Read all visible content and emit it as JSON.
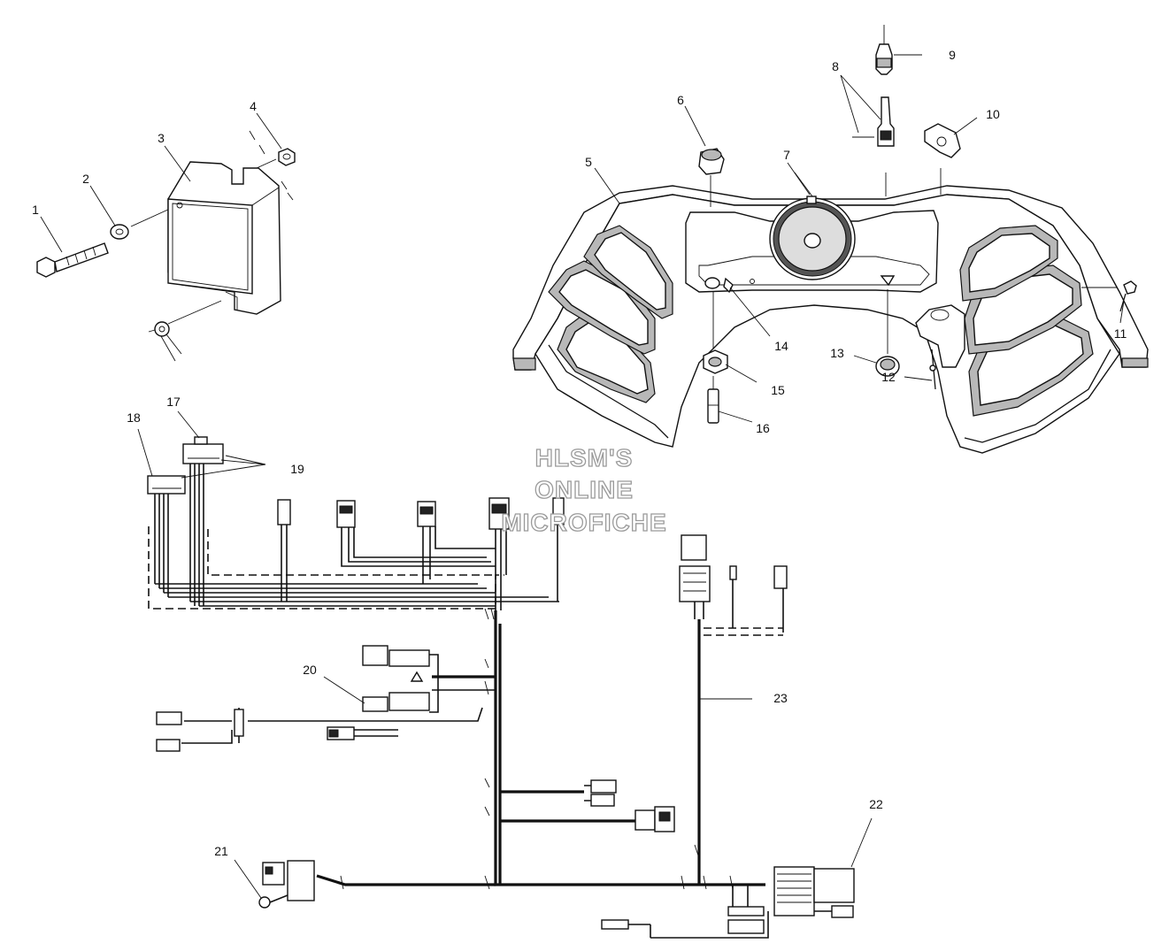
{
  "watermark": {
    "lines": [
      "HLSM'S",
      "ONLINE",
      "MICROFICHE"
    ]
  },
  "callouts": [
    {
      "id": "1",
      "label": "1"
    },
    {
      "id": "2",
      "label": "2"
    },
    {
      "id": "3",
      "label": "3"
    },
    {
      "id": "4",
      "label": "4"
    },
    {
      "id": "5",
      "label": "5"
    },
    {
      "id": "6",
      "label": "6"
    },
    {
      "id": "7",
      "label": "7"
    },
    {
      "id": "8",
      "label": "8"
    },
    {
      "id": "9",
      "label": "9"
    },
    {
      "id": "10",
      "label": "10"
    },
    {
      "id": "11",
      "label": "11"
    },
    {
      "id": "12",
      "label": "12"
    },
    {
      "id": "13",
      "label": "13"
    },
    {
      "id": "14",
      "label": "14"
    },
    {
      "id": "15",
      "label": "15"
    },
    {
      "id": "16",
      "label": "16"
    },
    {
      "id": "17",
      "label": "17"
    },
    {
      "id": "18",
      "label": "18"
    },
    {
      "id": "19",
      "label": "19"
    },
    {
      "id": "20",
      "label": "20"
    },
    {
      "id": "21",
      "label": "21"
    },
    {
      "id": "22",
      "label": "22"
    },
    {
      "id": "23",
      "label": "23"
    }
  ],
  "colors": {
    "ink": "#111111",
    "paper": "#ffffff",
    "watermark_outline": "#9a9a9a"
  }
}
